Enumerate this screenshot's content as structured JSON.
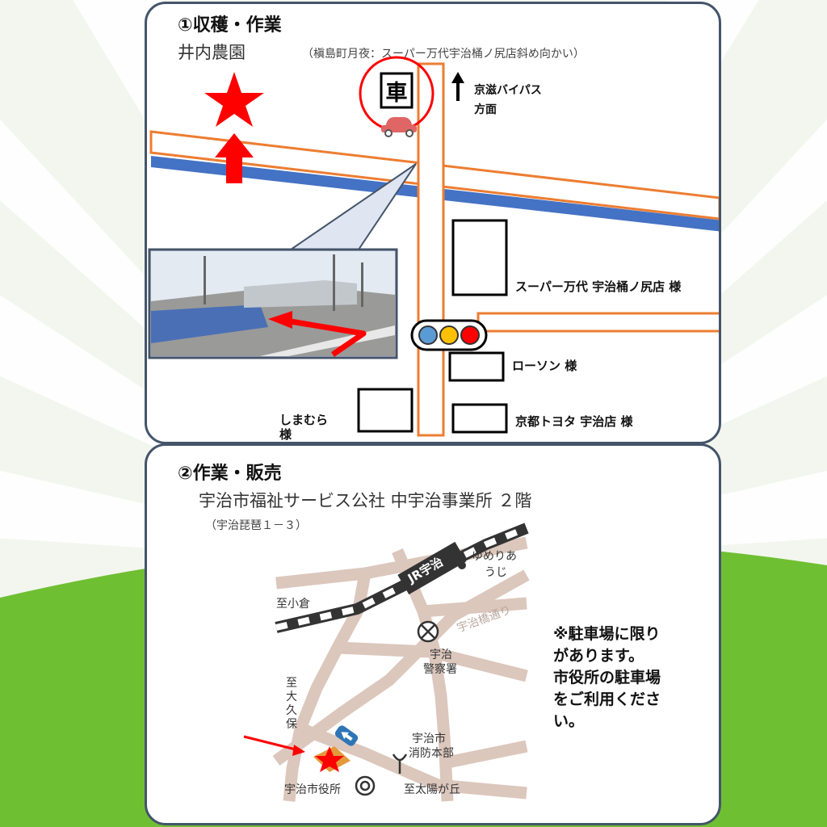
{
  "section1": {
    "title": "①収穫・作業",
    "place": "井内農園",
    "address_note": "（槇島町月夜：スーパー万代宇治桶ノ尻店斜め向かい）",
    "car_label": "車",
    "direction": {
      "line1": "京滋バイパス",
      "line2": "方面"
    },
    "landmarks": {
      "supermarket": "スーパー万代 宇治桶ノ尻店 様",
      "lawson": "ローソン 様",
      "toyota": "京都トヨタ 宇治店 様",
      "shimamura_1": "しまむら",
      "shimamura_2": "様"
    },
    "colors": {
      "road_outline": "#ed7d31",
      "river": "#4472c4",
      "marker": "#ff0000",
      "frame": "#44546a"
    }
  },
  "section2": {
    "title": "②作業・販売",
    "place": "宇治市福祉サービス公社 中宇治事業所 ２階",
    "address_note": "（宇治琵琶１－３）",
    "map_labels": {
      "jr": "JR宇治",
      "yumeri_1": "ゆめりあ",
      "yumeri_2": "うじ",
      "to_ogura": "至小倉",
      "street": "宇治橋通り",
      "police_1": "宇治",
      "police_2": "警察署",
      "to_okubo": "至大久保",
      "fire_1": "宇治市",
      "fire_2": "消防本部",
      "city_hall": "宇治市役所",
      "to_taiyogaoka": "至太陽が丘"
    },
    "note_lines": [
      "※駐車場に限り",
      "があります。",
      "市役所の駐車場",
      "をご利用くださ",
      "い。"
    ]
  }
}
